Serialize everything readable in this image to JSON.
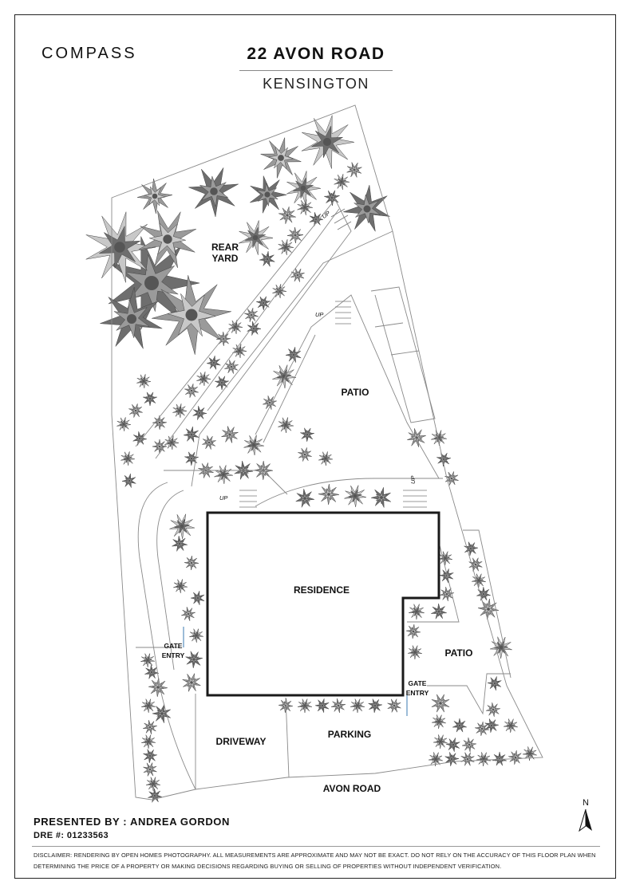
{
  "header": {
    "logo": "COMPASS",
    "title": "22 AVON ROAD",
    "subtitle": "KENSINGTON"
  },
  "plan": {
    "labels": {
      "rear_yard_1": "REAR",
      "rear_yard_2": "YARD",
      "patio_upper": "PATIO",
      "residence": "RESIDENCE",
      "patio_right": "PATIO",
      "driveway": "DRIVEWAY",
      "parking": "PARKING",
      "street": "AVON ROAD",
      "gate_left_1": "GATE",
      "gate_left_2": "ENTRY",
      "gate_right_1": "GATE",
      "gate_right_2": "ENTRY",
      "up": "UP"
    }
  },
  "footer": {
    "presenter": "PRESENTED BY : ANDREA GORDON",
    "dre": "DRE #: 01233563",
    "north": "N",
    "disclaimer": "DISCLAIMER: RENDERING BY OPEN HOMES PHOTOGRAPHY. ALL MEASUREMENTS ARE APPROXIMATE AND MAY NOT BE EXACT. DO NOT RELY ON THE ACCURACY OF THIS FLOOR PLAN WHEN DETERMINING THE PRICE OF A PROPERTY OR MAKING DECISIONS REGARDING BUYING OR SELLING OF PROPERTIES WITHOUT INDEPENDENT VERIFICATION."
  },
  "colors": {
    "plant_dark": "#6e6e6e",
    "plant_mid": "#9a9a9a",
    "plant_light": "#c8c8c8",
    "line": "#8a8a8a",
    "residence_outline": "#1a1a1a"
  }
}
